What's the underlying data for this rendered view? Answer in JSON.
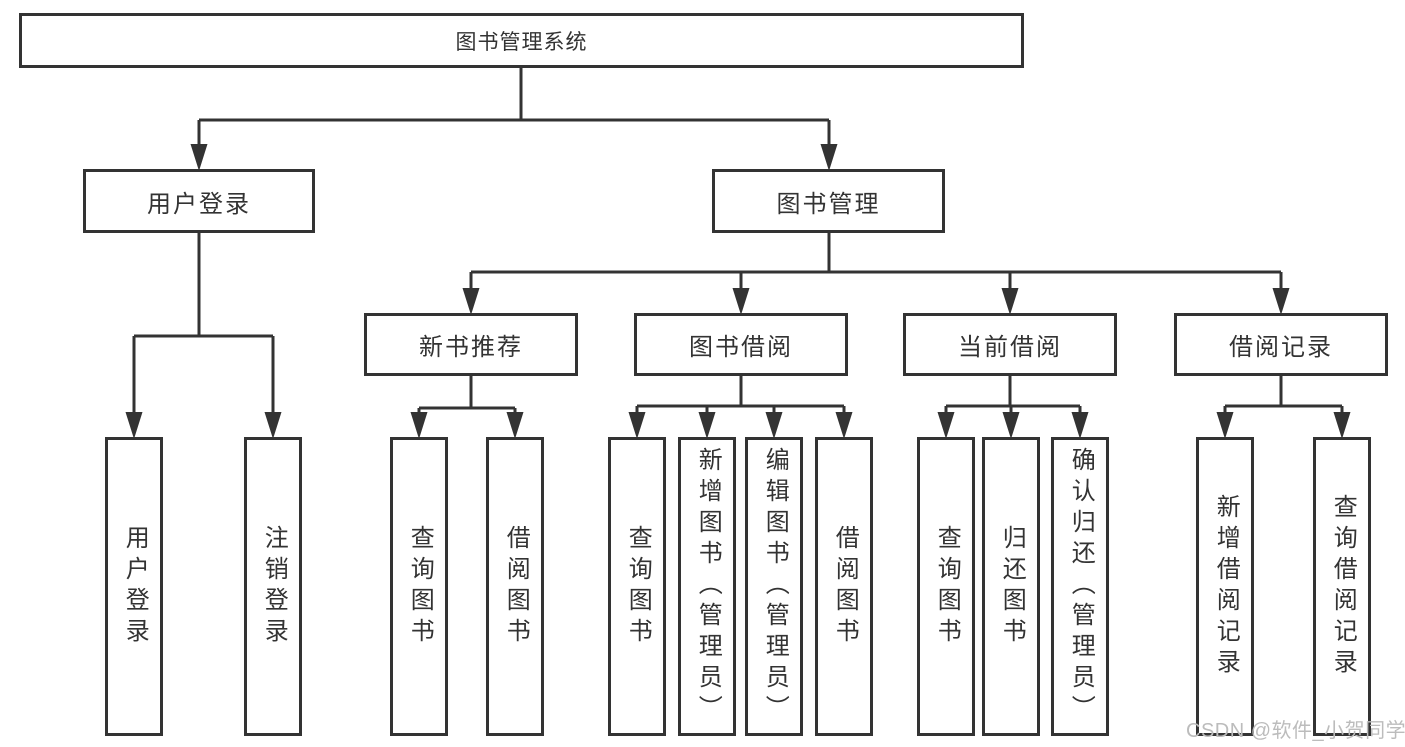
{
  "colors": {
    "line": "#333333",
    "text": "#333333",
    "box_bg": "#ffffff",
    "background": "#ffffff",
    "watermark": "#bcbcbc"
  },
  "diagram": {
    "root": "图书管理系统",
    "children": [
      {
        "label": "用户登录",
        "children": [
          {
            "label": "用户登录"
          },
          {
            "label": "注销登录"
          }
        ]
      },
      {
        "label": "图书管理",
        "children": [
          {
            "label": "新书推荐",
            "children": [
              {
                "label": "查询图书"
              },
              {
                "label": "借阅图书"
              }
            ]
          },
          {
            "label": "图书借阅",
            "children": [
              {
                "label": "查询图书"
              },
              {
                "label": "新增图书（管理员）"
              },
              {
                "label": "编辑图书（管理员）"
              },
              {
                "label": "借阅图书"
              }
            ]
          },
          {
            "label": "当前借阅",
            "children": [
              {
                "label": "查询图书"
              },
              {
                "label": "归还图书"
              },
              {
                "label": "确认归还（管理员）"
              }
            ]
          },
          {
            "label": "借阅记录",
            "children": [
              {
                "label": "新增借阅记录"
              },
              {
                "label": "查询借阅记录"
              }
            ]
          }
        ]
      }
    ]
  },
  "watermark": {
    "text": "CSDN @软件_小贺同学"
  }
}
